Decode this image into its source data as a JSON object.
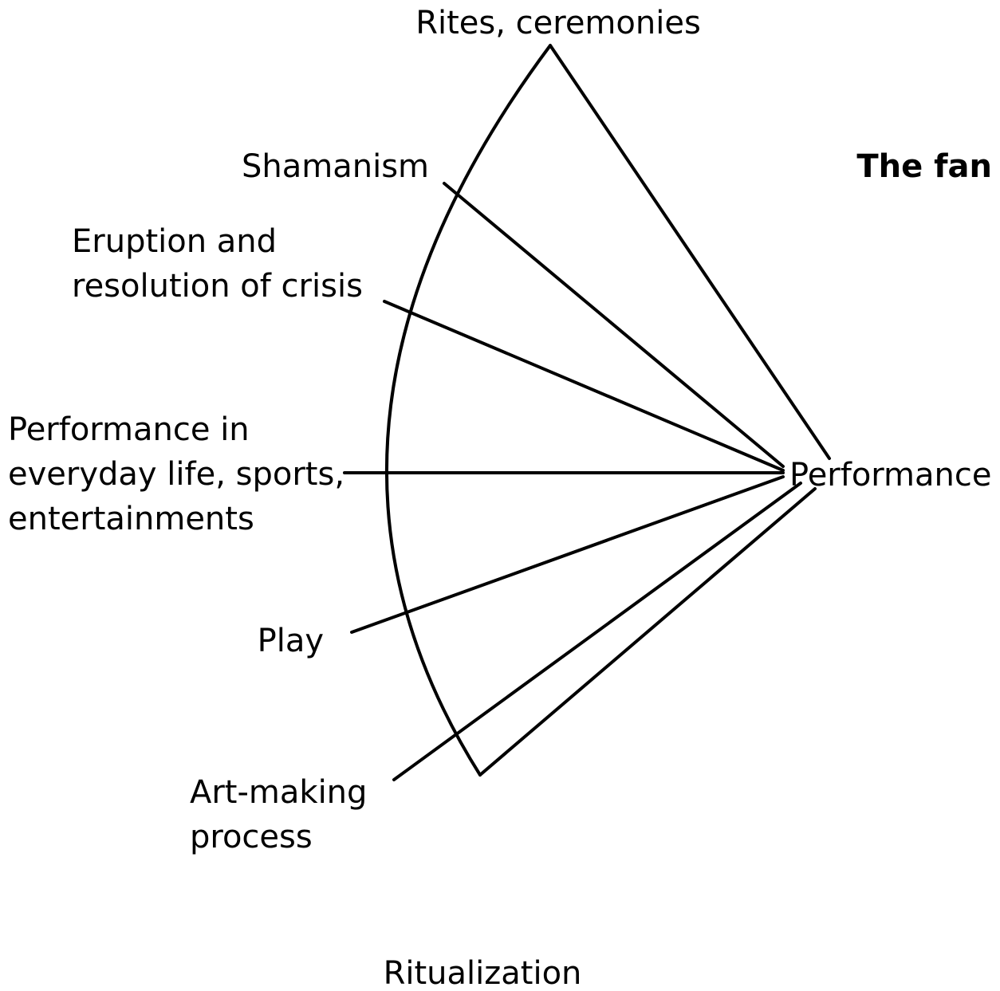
{
  "diagram": {
    "title": "The fan",
    "center": "Performance",
    "top": "Rites, ceremonies",
    "bottom": "Ritualization",
    "spokes": {
      "shamanism": "Shamanism",
      "eruption": [
        "Eruption and",
        "resolution of crisis"
      ],
      "everyday": [
        "Performance in",
        "everyday life, sports,",
        "entertainments"
      ],
      "play": "Play",
      "art": [
        "Art-making",
        "process"
      ]
    }
  }
}
